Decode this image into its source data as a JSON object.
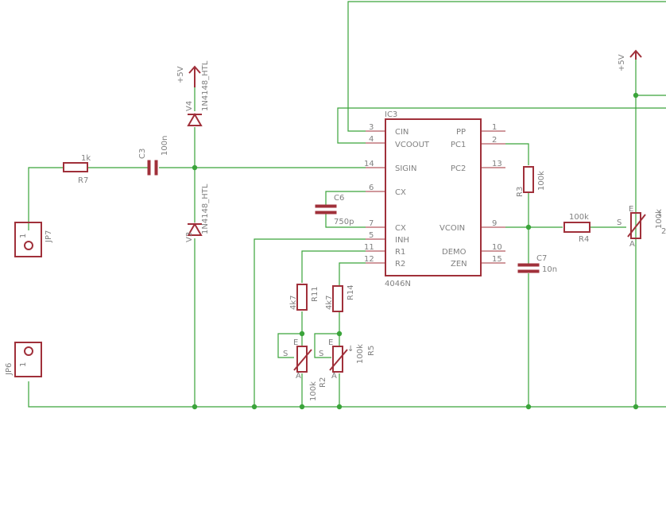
{
  "colors": {
    "wire": "#3aa43a",
    "part": "#a0303a",
    "text": "#808080",
    "background": "#ffffff"
  },
  "ic": {
    "name": "IC3",
    "value": "4046N",
    "left_pins": [
      {
        "num": "3",
        "label": "CIN"
      },
      {
        "num": "4",
        "label": "VCOOUT"
      },
      {
        "num": "14",
        "label": "SIGIN"
      },
      {
        "num": "6",
        "label": "CX"
      },
      {
        "num": "7",
        "label": "CX"
      },
      {
        "num": "5",
        "label": "INH"
      },
      {
        "num": "11",
        "label": "R1"
      },
      {
        "num": "12",
        "label": "R2"
      }
    ],
    "right_pins": [
      {
        "num": "1",
        "label": "PP"
      },
      {
        "num": "2",
        "label": "PC1"
      },
      {
        "num": "13",
        "label": "PC2"
      },
      {
        "num": "9",
        "label": "VCOIN"
      },
      {
        "num": "10",
        "label": "DEMO"
      },
      {
        "num": "15",
        "label": "ZEN"
      }
    ]
  },
  "components": {
    "r7": {
      "name": "R7",
      "value": "1k"
    },
    "c3": {
      "name": "C3",
      "value": "100n"
    },
    "v4": {
      "name": "V4",
      "value": "1N4148_HTL"
    },
    "v3": {
      "name": "V3",
      "value": "1N4148_HTL"
    },
    "c6": {
      "name": "C6",
      "value": "750p"
    },
    "r3": {
      "name": "R3",
      "value": "100k"
    },
    "r4": {
      "name": "R4",
      "value": "100k"
    },
    "c7": {
      "name": "C7",
      "value": "10n"
    },
    "r11": {
      "name": "R11",
      "value": "4k7"
    },
    "r14": {
      "name": "R14",
      "value": "4k7"
    },
    "r2": {
      "name": "R2",
      "value": "100k"
    },
    "r5": {
      "name": "R5",
      "value": "100k"
    },
    "pot_right": {
      "value": "100k",
      "extra": "2"
    },
    "jp7": {
      "name": "JP7",
      "pin": "1"
    },
    "jp6": {
      "name": "JP6",
      "pin": "1"
    }
  },
  "power": {
    "label": "+5V"
  },
  "pot_pins": {
    "e": "E",
    "s": "S",
    "a": "A"
  }
}
